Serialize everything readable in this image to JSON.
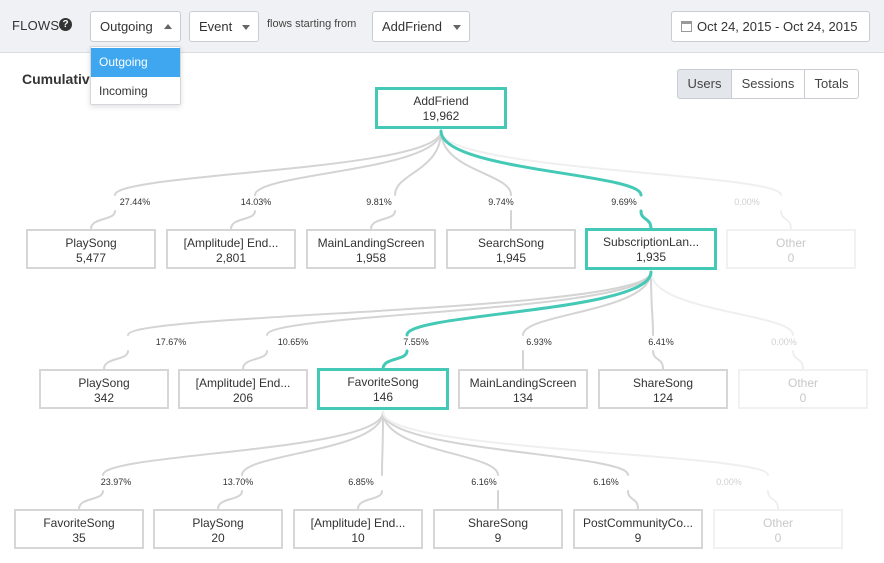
{
  "header": {
    "title": "FLOWS",
    "direction_value": "Outgoing",
    "type_value": "Event",
    "connector_text": "flows starting from",
    "start_event_value": "AddFriend",
    "date_range": "Oct 24, 2015  -  Oct 24, 2015"
  },
  "direction_menu": {
    "options": [
      "Outgoing",
      "Incoming"
    ],
    "selected": "Outgoing"
  },
  "chart": {
    "heading": "Cumulative",
    "metric_tabs": [
      "Users",
      "Sessions",
      "Totals"
    ],
    "selected_metric": "Users"
  },
  "colors": {
    "highlight": "#44c9b6",
    "link": "#d4d4d4",
    "faded_link": "#efefef",
    "menu_active": "#3ea7f0"
  },
  "root": {
    "label": "AddFriend",
    "value": "19,962"
  },
  "level1": [
    {
      "label": "PlaySong",
      "value": "5,477",
      "pct": "27.44%"
    },
    {
      "label": "[Amplitude] End...",
      "value": "2,801",
      "pct": "14.03%"
    },
    {
      "label": "MainLandingScreen",
      "value": "1,958",
      "pct": "9.81%"
    },
    {
      "label": "SearchSong",
      "value": "1,945",
      "pct": "9.74%"
    },
    {
      "label": "SubscriptionLan...",
      "value": "1,935",
      "pct": "9.69%",
      "highlight": true
    },
    {
      "label": "Other",
      "value": "0",
      "pct": "0.00%",
      "faded": true
    }
  ],
  "level2": [
    {
      "label": "PlaySong",
      "value": "342",
      "pct": "17.67%"
    },
    {
      "label": "[Amplitude] End...",
      "value": "206",
      "pct": "10.65%"
    },
    {
      "label": "FavoriteSong",
      "value": "146",
      "pct": "7.55%",
      "highlight": true
    },
    {
      "label": "MainLandingScreen",
      "value": "134",
      "pct": "6.93%"
    },
    {
      "label": "ShareSong",
      "value": "124",
      "pct": "6.41%"
    },
    {
      "label": "Other",
      "value": "0",
      "pct": "0.00%",
      "faded": true
    }
  ],
  "level3": [
    {
      "label": "FavoriteSong",
      "value": "35",
      "pct": "23.97%"
    },
    {
      "label": "PlaySong",
      "value": "20",
      "pct": "13.70%"
    },
    {
      "label": "[Amplitude] End...",
      "value": "10",
      "pct": "6.85%"
    },
    {
      "label": "ShareSong",
      "value": "9",
      "pct": "6.16%"
    },
    {
      "label": "PostCommunityCo...",
      "value": "9",
      "pct": "6.16%"
    },
    {
      "label": "Other",
      "value": "0",
      "pct": "0.00%",
      "faded": true
    }
  ]
}
